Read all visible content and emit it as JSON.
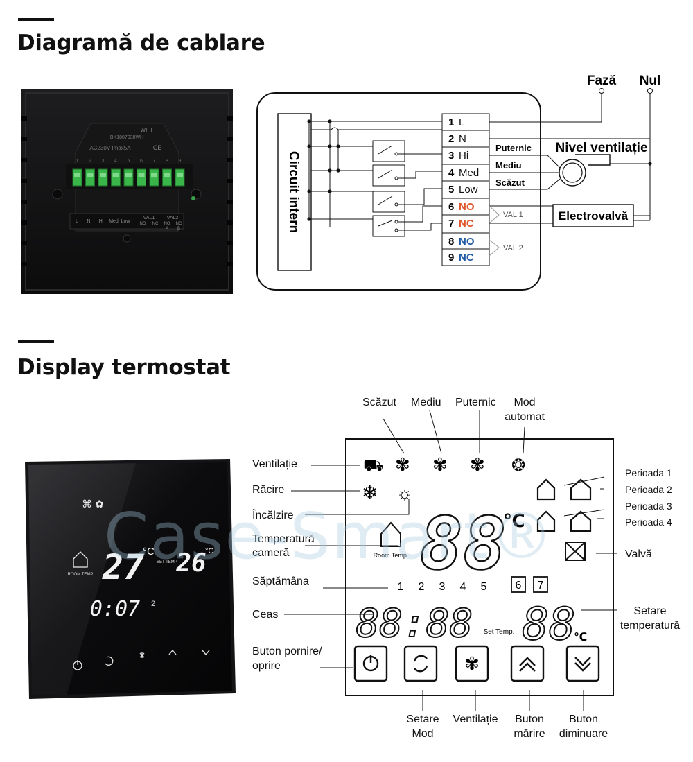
{
  "wiring": {
    "title": "Diagramă de cablare",
    "phase_label": "Fază",
    "neutral_label": "Nul",
    "internal_circuit": "Circuit intern",
    "terminals": [
      {
        "num": "1",
        "name": "L",
        "color": "#111111"
      },
      {
        "num": "2",
        "name": "N",
        "color": "#111111"
      },
      {
        "num": "3",
        "name": "Hi",
        "color": "#111111"
      },
      {
        "num": "4",
        "name": "Med",
        "color": "#111111"
      },
      {
        "num": "5",
        "name": "Low",
        "color": "#111111"
      },
      {
        "num": "6",
        "name": "NO",
        "color": "#e0562a"
      },
      {
        "num": "7",
        "name": "NC",
        "color": "#e0562a"
      },
      {
        "num": "8",
        "name": "NO",
        "color": "#1f5aa6"
      },
      {
        "num": "9",
        "name": "NC",
        "color": "#1f5aa6"
      }
    ],
    "speed_high": "Puternic",
    "speed_med": "Mediu",
    "speed_low": "Scăzut",
    "fan_level": "Nivel ventilație",
    "valve1": "VAL 1",
    "valve2": "VAL 2",
    "solenoid_valve": "Electrovalvă",
    "board_model": "BK1807038WH",
    "board_wifi": "WIFI",
    "board_rating": "AC230V  Imax5A",
    "board_ce": "CE",
    "board_terminal_labels": [
      "L",
      "N",
      "Hi",
      "Med",
      "Low",
      "VAL1",
      "VAL2"
    ],
    "board_sub_labels": [
      "NO",
      "NC",
      "NO",
      "NC"
    ],
    "board_pin_numbers": [
      "1",
      "2",
      "3",
      "4",
      "5",
      "6",
      "7",
      "8",
      "9"
    ],
    "board_ab": [
      "A",
      "B"
    ]
  },
  "display": {
    "title": "Display termostat",
    "labels_left": {
      "ventilation": "Ventilație",
      "cooling": "Răcire",
      "heating": "Încălzire",
      "room_temp_1": "Temperatură",
      "room_temp_2": "cameră",
      "week": "Săptămâna",
      "clock": "Ceas",
      "power_1": "Buton pornire/",
      "power_2": "oprire"
    },
    "labels_top": {
      "low": "Scăzut",
      "medium": "Mediu",
      "high": "Puternic",
      "auto_1": "Mod",
      "auto_2": "automat"
    },
    "labels_right": {
      "period1": "Perioada 1",
      "period2": "Perioada 2",
      "period3": "Perioada 3",
      "period4": "Perioada 4",
      "valve": "Valvă",
      "set_temp_1": "Setare",
      "set_temp_2": "temperatură"
    },
    "labels_bottom": {
      "mode_1": "Setare",
      "mode_2": "Mod",
      "fan": "Ventilație",
      "up_1": "Buton",
      "up_2": "mărire",
      "down_1": "Buton",
      "down_2": "diminuare"
    },
    "lcd": {
      "room_temp_tag": "Room Temp.",
      "set_temp_tag": "Set Temp.",
      "big_digits": "88",
      "clock_digits": "88:88",
      "set_digits": "88",
      "celsius": "℃",
      "week_days": [
        "1",
        "2",
        "3",
        "4",
        "5"
      ],
      "week_boxed": [
        "6",
        "7"
      ]
    },
    "device": {
      "room_temp_tag": "ROOM TEMP",
      "set_temp_tag": "SET TEMP",
      "room_temp": "27",
      "set_temp": "26",
      "celsius": "°C",
      "clock": "0:07",
      "weekday": "2"
    }
  },
  "watermark": "Case-Smart®"
}
